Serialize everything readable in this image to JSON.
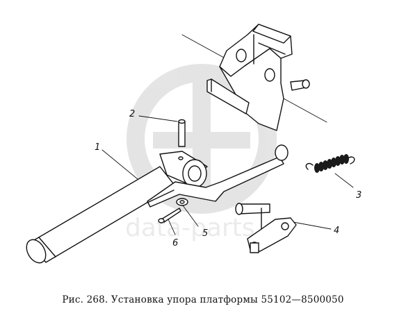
{
  "figure": {
    "caption": "Рис. 268. Установка упора платформы 55102—8500050",
    "watermark": "data-parts",
    "callouts": [
      {
        "id": "callout-1",
        "label": "1"
      },
      {
        "id": "callout-2",
        "label": "2"
      },
      {
        "id": "callout-3",
        "label": "3"
      },
      {
        "id": "callout-4",
        "label": "4"
      },
      {
        "id": "callout-5",
        "label": "5"
      },
      {
        "id": "callout-6",
        "label": "6"
      }
    ]
  }
}
